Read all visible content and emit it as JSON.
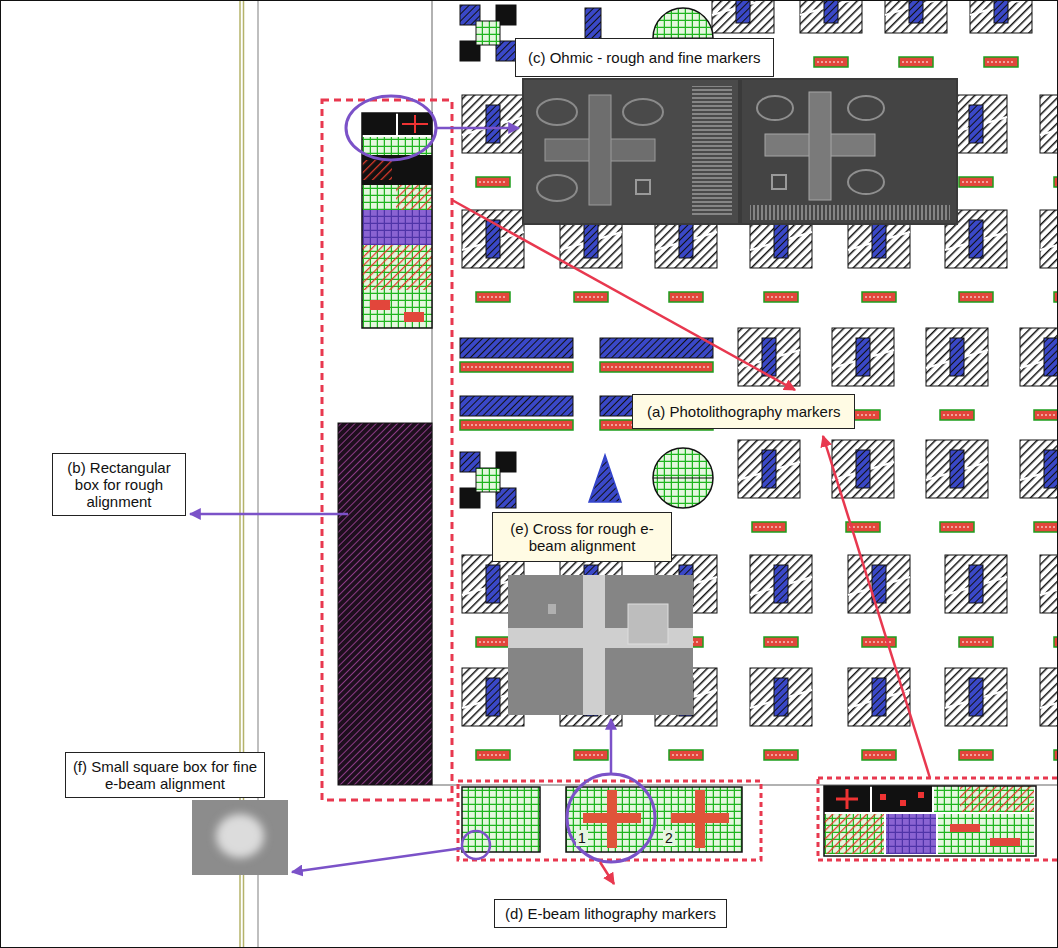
{
  "diagram": {
    "nodes": [
      {
        "text": [
          "(c) Ohmic - rough and fine markers"
        ]
      },
      {
        "text": [
          "(a) Photolithography markers"
        ]
      },
      {
        "text": [
          "(b) Rectangular box for rough alignment"
        ]
      },
      {
        "text": [
          "(e) Cross for rough e-beam alignment"
        ]
      },
      {
        "text": [
          "(f) Small square box for fine e-beam alignment"
        ]
      },
      {
        "text": [
          "(d) E-beam lithography markers"
        ]
      }
    ],
    "labels": [
      "1",
      "2"
    ]
  }
}
